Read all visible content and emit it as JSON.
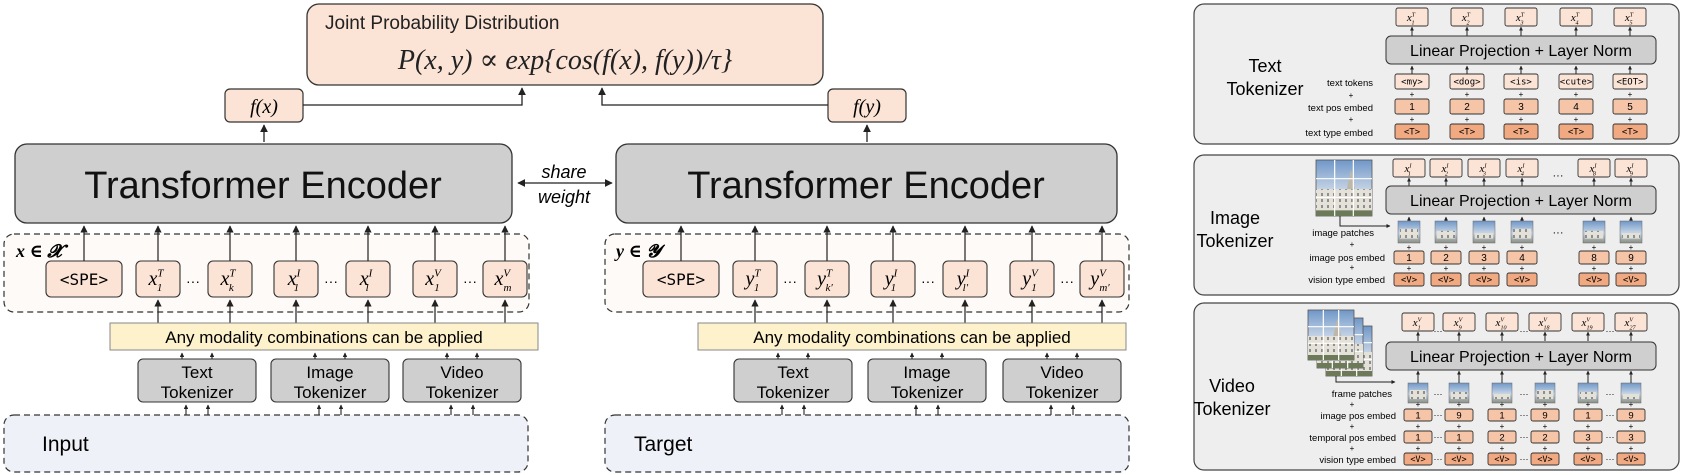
{
  "joint": {
    "title": "Joint Probability Distribution",
    "formula": "P(x, y) ∝ exp{cos(f(x), f(y))/τ}"
  },
  "fx_label": "f(x)",
  "fy_label": "f(y)",
  "encoder_label": "Transformer Encoder",
  "share_weight": [
    "share",
    "weight"
  ],
  "modality_note": "Any modality combinations can be applied",
  "left": {
    "set_label": "x ∈ 𝓧",
    "spe": "<SPE>",
    "tokens": [
      {
        "base": "x",
        "sup": "T",
        "sub": "1"
      },
      {
        "base": "x",
        "sup": "T",
        "sub": "k"
      },
      {
        "base": "x",
        "sup": "I",
        "sub": "1"
      },
      {
        "base": "x",
        "sup": "I",
        "sub": "l"
      },
      {
        "base": "x",
        "sup": "V",
        "sub": "1"
      },
      {
        "base": "x",
        "sup": "V",
        "sub": "m"
      }
    ],
    "row_label": "Input"
  },
  "right": {
    "set_label": "y ∈ 𝓨",
    "spe": "<SPE>",
    "tokens": [
      {
        "base": "y",
        "sup": "T",
        "sub": "1"
      },
      {
        "base": "y",
        "sup": "T",
        "sub": "k′"
      },
      {
        "base": "y",
        "sup": "I",
        "sub": "1"
      },
      {
        "base": "y",
        "sup": "I",
        "sub": "l′"
      },
      {
        "base": "y",
        "sup": "V",
        "sub": "1"
      },
      {
        "base": "y",
        "sup": "V",
        "sub": "m′"
      }
    ],
    "row_label": "Target"
  },
  "ellipsis": "···",
  "tokenizers": [
    [
      "Text",
      "Tokenizer"
    ],
    [
      "Image",
      "Tokenizer"
    ],
    [
      "Video",
      "Tokenizer"
    ]
  ],
  "inputs": [
    "Text",
    "Image",
    "Video"
  ],
  "panel_text": {
    "title": [
      "Text",
      "Tokenizer"
    ],
    "out_tokens": [
      {
        "base": "x",
        "sup": "T",
        "sub": "1"
      },
      {
        "base": "x",
        "sup": "T",
        "sub": "2"
      },
      {
        "base": "x",
        "sup": "T",
        "sub": "3"
      },
      {
        "base": "x",
        "sup": "T",
        "sub": "4"
      },
      {
        "base": "x",
        "sup": "T",
        "sub": "5"
      }
    ],
    "projection": "Linear Projection + Layer Norm",
    "row_labels": [
      "text tokens",
      "text pos embed",
      "text type embed"
    ],
    "tokens": [
      "<my>",
      "<dog>",
      "<is>",
      "<cute>",
      "<EOT>"
    ],
    "pos": [
      "1",
      "2",
      "3",
      "4",
      "5"
    ],
    "type": [
      "<T>",
      "<T>",
      "<T>",
      "<T>",
      "<T>"
    ]
  },
  "panel_image": {
    "title": [
      "Image",
      "Tokenizer"
    ],
    "out_tokens": [
      {
        "base": "x",
        "sup": "I",
        "sub": "1"
      },
      {
        "base": "x",
        "sup": "I",
        "sub": "2"
      },
      {
        "base": "x",
        "sup": "I",
        "sub": "3"
      },
      {
        "base": "x",
        "sup": "I",
        "sub": "4"
      },
      {
        "base": "x",
        "sup": "I",
        "sub": "8"
      },
      {
        "base": "x",
        "sup": "I",
        "sub": "9"
      }
    ],
    "projection": "Linear Projection + Layer Norm",
    "row_labels": [
      "image patches",
      "image pos embed",
      "vision type embed"
    ],
    "pos": [
      "1",
      "2",
      "3",
      "4",
      "8",
      "9"
    ],
    "type": [
      "<V>",
      "<V>",
      "<V>",
      "<V>",
      "<V>",
      "<V>"
    ]
  },
  "panel_video": {
    "title": [
      "Video",
      "Tokenizer"
    ],
    "out_tokens": [
      {
        "base": "x",
        "sup": "V",
        "sub": "1"
      },
      {
        "base": "x",
        "sup": "V",
        "sub": "9"
      },
      {
        "base": "x",
        "sup": "V",
        "sub": "10"
      },
      {
        "base": "x",
        "sup": "V",
        "sub": "18"
      },
      {
        "base": "x",
        "sup": "V",
        "sub": "19"
      },
      {
        "base": "x",
        "sup": "V",
        "sub": "27"
      }
    ],
    "projection": "Linear Projection + Layer Norm",
    "row_labels": [
      "frame patches",
      "image pos embed",
      "temporal pos embed",
      "vision type embed"
    ],
    "pos": [
      "1",
      "9",
      "1",
      "9",
      "1",
      "9"
    ],
    "temporal": [
      "1",
      "1",
      "2",
      "2",
      "3",
      "3"
    ],
    "type": [
      "<V>",
      "<V>",
      "<V>",
      "<V>",
      "<V>",
      "<V>"
    ]
  },
  "colors": {
    "salmon_light": "#fbe3d6",
    "salmon": "#f6c4a7",
    "salmon_dark": "#f1a982",
    "encoder_gray": "#cfcfcf",
    "panel_gray": "#eeeeee",
    "note_yellow": "#fdf2cc",
    "input_blue": "#dae3f3",
    "input_bg": "#eef2f8"
  }
}
